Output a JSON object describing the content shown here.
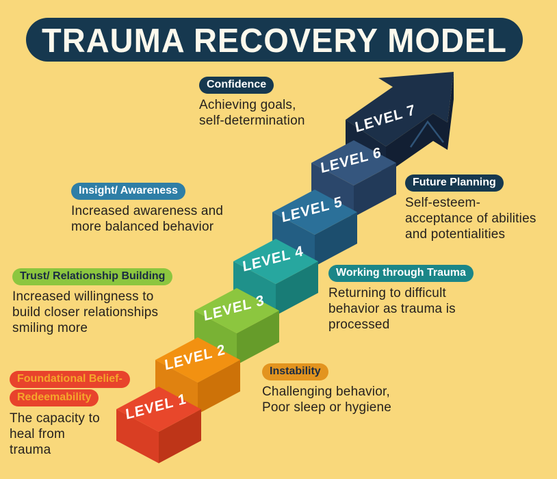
{
  "title": "TRAUMA RECOVERY MODEL",
  "levels": [
    {
      "label": "LEVEL 1",
      "top": "#E8472B",
      "left": "#D93E23",
      "right": "#BE3518"
    },
    {
      "label": "LEVEL 2",
      "top": "#F29111",
      "left": "#E08210",
      "right": "#CD7208"
    },
    {
      "label": "LEVEL 3",
      "top": "#8CC63F",
      "left": "#79B234",
      "right": "#669C2A"
    },
    {
      "label": "LEVEL 4",
      "top": "#27A79F",
      "left": "#1F918A",
      "right": "#187C76"
    },
    {
      "label": "LEVEL 5",
      "top": "#2B7099",
      "left": "#235E83",
      "right": "#1C4E6E"
    },
    {
      "label": "LEVEL 6",
      "top": "#35567E",
      "left": "#2B476B",
      "right": "#223A59"
    },
    {
      "label": "LEVEL 7",
      "top": "#1C3049",
      "left": "#15253C",
      "right": "#121F33"
    }
  ],
  "annotations": {
    "confidence": {
      "badge": "Confidence",
      "lines": [
        "Achieving goals,",
        "self-determination"
      ]
    },
    "insight": {
      "badge": "Insight/ Awareness",
      "lines": [
        "Increased awareness and",
        "more balanced behavior"
      ]
    },
    "trust": {
      "badge": "Trust/ Relationship Building",
      "lines": [
        "Increased willingness to",
        "build closer relationships",
        "smiling more"
      ]
    },
    "foundational": {
      "badge_line1": "Foundational Belief-",
      "badge_line2": "Redeemability",
      "lines": [
        "The capacity to",
        "heal from",
        "trauma"
      ]
    },
    "instability": {
      "badge": "Instability",
      "lines": [
        "Challenging behavior,",
        "Poor sleep or hygiene"
      ]
    },
    "working": {
      "badge": "Working through Trauma",
      "lines": [
        "Returning to difficult",
        "behavior as trauma is",
        "processed"
      ]
    },
    "future": {
      "badge": "Future Planning",
      "lines": [
        "Self-esteem-",
        "acceptance of abilities",
        "and potentialities"
      ]
    }
  },
  "colors": {
    "bg": "#F9D87B",
    "title_bg": "#16384F",
    "title_text": "#FDF9ED",
    "text": "#26211E",
    "badge_navy": "#16384F",
    "badge_blue": "#2E7EA6",
    "badge_green": "#8CC63F",
    "badge_dark_text": "#1A2B42",
    "badge_red": "#E8432C",
    "badge_red_text": "#F5A62B",
    "badge_orange": "#E3941F",
    "badge_teal": "#1B8688",
    "arrow_highlight": "#2F5377"
  }
}
